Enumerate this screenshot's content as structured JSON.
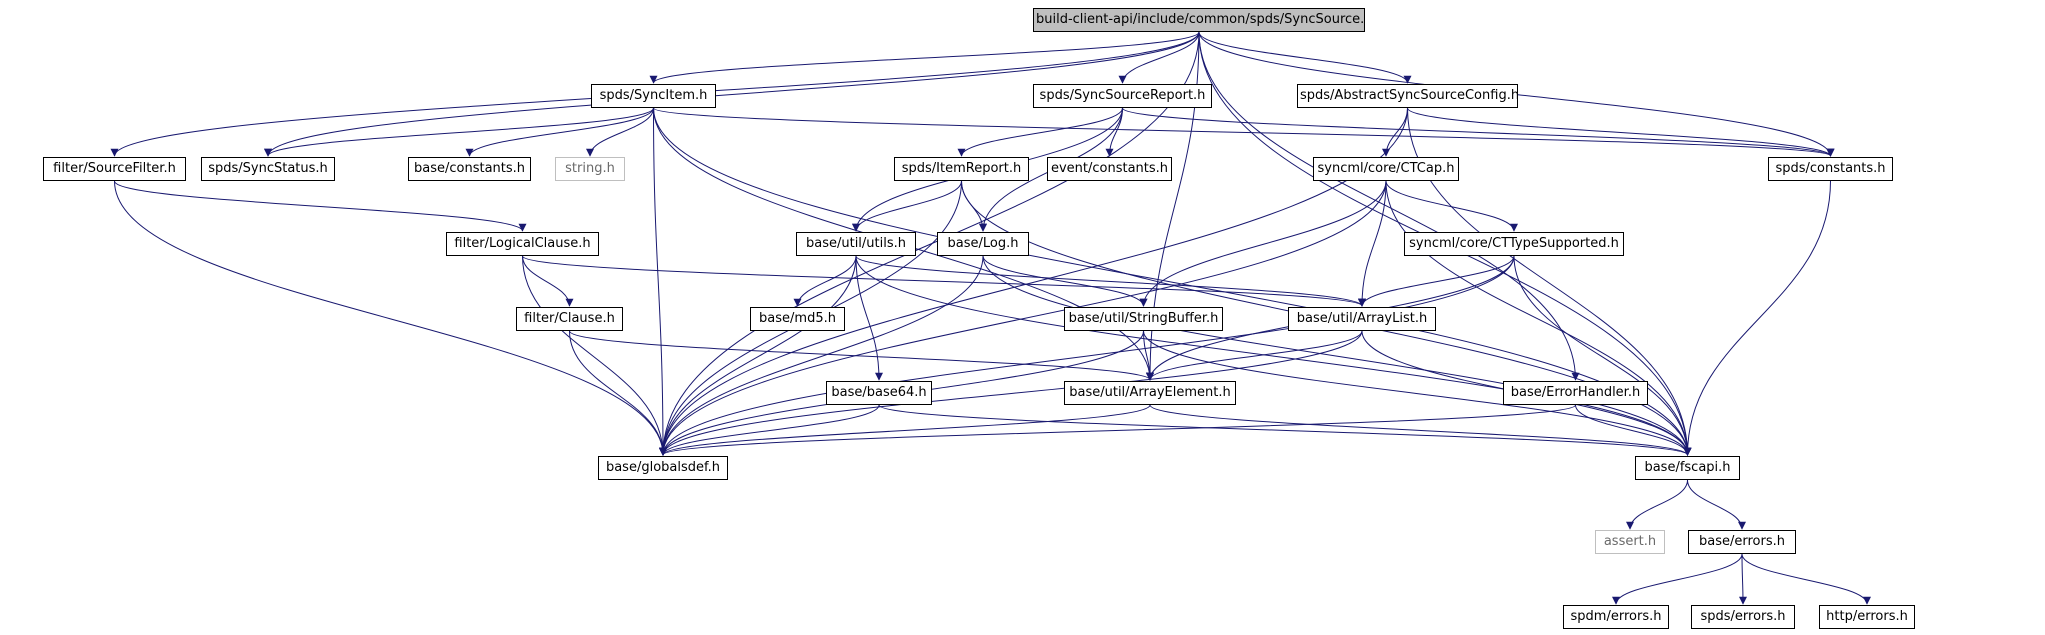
{
  "edge_color": "#191970",
  "root_fill": "#bfbfbf",
  "nodes": [
    {
      "id": "syncsource",
      "label": "build-client-api/include/common/spds/SyncSource.h",
      "kind": "root"
    },
    {
      "id": "syncitem",
      "label": "spds/SyncItem.h"
    },
    {
      "id": "syncsourcereport",
      "label": "spds/SyncSourceReport.h"
    },
    {
      "id": "abstractconfig",
      "label": "spds/AbstractSyncSourceConfig.h"
    },
    {
      "id": "sourcefilter",
      "label": "filter/SourceFilter.h"
    },
    {
      "id": "syncstatus",
      "label": "spds/SyncStatus.h"
    },
    {
      "id": "baseconstants",
      "label": "base/constants.h"
    },
    {
      "id": "stringh",
      "label": "string.h",
      "kind": "ext"
    },
    {
      "id": "itemreport",
      "label": "spds/ItemReport.h"
    },
    {
      "id": "eventconstants",
      "label": "event/constants.h"
    },
    {
      "id": "ctcap",
      "label": "syncml/core/CTCap.h"
    },
    {
      "id": "spdsconstants",
      "label": "spds/constants.h"
    },
    {
      "id": "logicalclause",
      "label": "filter/LogicalClause.h"
    },
    {
      "id": "utils",
      "label": "base/util/utils.h"
    },
    {
      "id": "log",
      "label": "base/Log.h"
    },
    {
      "id": "cttype",
      "label": "syncml/core/CTTypeSupported.h"
    },
    {
      "id": "clause",
      "label": "filter/Clause.h"
    },
    {
      "id": "md5",
      "label": "base/md5.h"
    },
    {
      "id": "stringbuffer",
      "label": "base/util/StringBuffer.h"
    },
    {
      "id": "arraylist",
      "label": "base/util/ArrayList.h"
    },
    {
      "id": "base64",
      "label": "base/base64.h"
    },
    {
      "id": "arrayelement",
      "label": "base/util/ArrayElement.h"
    },
    {
      "id": "errorhandler",
      "label": "base/ErrorHandler.h"
    },
    {
      "id": "globalsdef",
      "label": "base/globalsdef.h"
    },
    {
      "id": "fscapi",
      "label": "base/fscapi.h"
    },
    {
      "id": "asserth",
      "label": "assert.h",
      "kind": "ext"
    },
    {
      "id": "baseerrors",
      "label": "base/errors.h"
    },
    {
      "id": "spdmerrors",
      "label": "spdm/errors.h"
    },
    {
      "id": "spdserrors",
      "label": "spds/errors.h"
    },
    {
      "id": "httperrors",
      "label": "http/errors.h"
    }
  ],
  "edges": [
    [
      "syncsource",
      "syncitem"
    ],
    [
      "syncsource",
      "syncsourcereport"
    ],
    [
      "syncsource",
      "abstractconfig"
    ],
    [
      "syncsource",
      "sourcefilter"
    ],
    [
      "syncsource",
      "syncstatus"
    ],
    [
      "syncsource",
      "spdsconstants"
    ],
    [
      "syncsource",
      "globalsdef"
    ],
    [
      "syncsource",
      "fscapi"
    ],
    [
      "syncsource",
      "arrayelement"
    ],
    [
      "syncsource",
      "errorhandler"
    ],
    [
      "syncitem",
      "syncstatus"
    ],
    [
      "syncitem",
      "baseconstants"
    ],
    [
      "syncitem",
      "stringh"
    ],
    [
      "syncitem",
      "spdsconstants"
    ],
    [
      "syncitem",
      "globalsdef"
    ],
    [
      "syncitem",
      "arrayelement"
    ],
    [
      "syncitem",
      "fscapi"
    ],
    [
      "syncsourcereport",
      "itemreport"
    ],
    [
      "syncsourcereport",
      "eventconstants"
    ],
    [
      "syncsourcereport",
      "utils"
    ],
    [
      "syncsourcereport",
      "log"
    ],
    [
      "syncsourcereport",
      "spdsconstants"
    ],
    [
      "abstractconfig",
      "ctcap"
    ],
    [
      "abstractconfig",
      "spdsconstants"
    ],
    [
      "abstractconfig",
      "globalsdef"
    ],
    [
      "abstractconfig",
      "fscapi"
    ],
    [
      "sourcefilter",
      "logicalclause"
    ],
    [
      "sourcefilter",
      "globalsdef"
    ],
    [
      "itemreport",
      "utils"
    ],
    [
      "itemreport",
      "log"
    ],
    [
      "itemreport",
      "globalsdef"
    ],
    [
      "itemreport",
      "fscapi"
    ],
    [
      "ctcap",
      "cttype"
    ],
    [
      "ctcap",
      "arraylist"
    ],
    [
      "ctcap",
      "stringbuffer"
    ],
    [
      "ctcap",
      "globalsdef"
    ],
    [
      "ctcap",
      "fscapi"
    ],
    [
      "logicalclause",
      "clause"
    ],
    [
      "logicalclause",
      "arraylist"
    ],
    [
      "logicalclause",
      "globalsdef"
    ],
    [
      "utils",
      "md5"
    ],
    [
      "utils",
      "base64"
    ],
    [
      "utils",
      "arraylist"
    ],
    [
      "utils",
      "globalsdef"
    ],
    [
      "utils",
      "fscapi"
    ],
    [
      "log",
      "stringbuffer"
    ],
    [
      "log",
      "globalsdef"
    ],
    [
      "log",
      "fscapi"
    ],
    [
      "cttype",
      "arraylist"
    ],
    [
      "cttype",
      "arrayelement"
    ],
    [
      "cttype",
      "fscapi"
    ],
    [
      "cttype",
      "globalsdef"
    ],
    [
      "clause",
      "arrayelement"
    ],
    [
      "clause",
      "globalsdef"
    ],
    [
      "stringbuffer",
      "arrayelement"
    ],
    [
      "stringbuffer",
      "globalsdef"
    ],
    [
      "stringbuffer",
      "fscapi"
    ],
    [
      "arraylist",
      "arrayelement"
    ],
    [
      "arraylist",
      "globalsdef"
    ],
    [
      "arraylist",
      "fscapi"
    ],
    [
      "base64",
      "globalsdef"
    ],
    [
      "base64",
      "fscapi"
    ],
    [
      "arrayelement",
      "globalsdef"
    ],
    [
      "arrayelement",
      "fscapi"
    ],
    [
      "errorhandler",
      "fscapi"
    ],
    [
      "errorhandler",
      "globalsdef"
    ],
    [
      "spdsconstants",
      "fscapi"
    ],
    [
      "fscapi",
      "asserth"
    ],
    [
      "fscapi",
      "baseerrors"
    ],
    [
      "baseerrors",
      "spdmerrors"
    ],
    [
      "baseerrors",
      "spdserrors"
    ],
    [
      "baseerrors",
      "httperrors"
    ]
  ]
}
